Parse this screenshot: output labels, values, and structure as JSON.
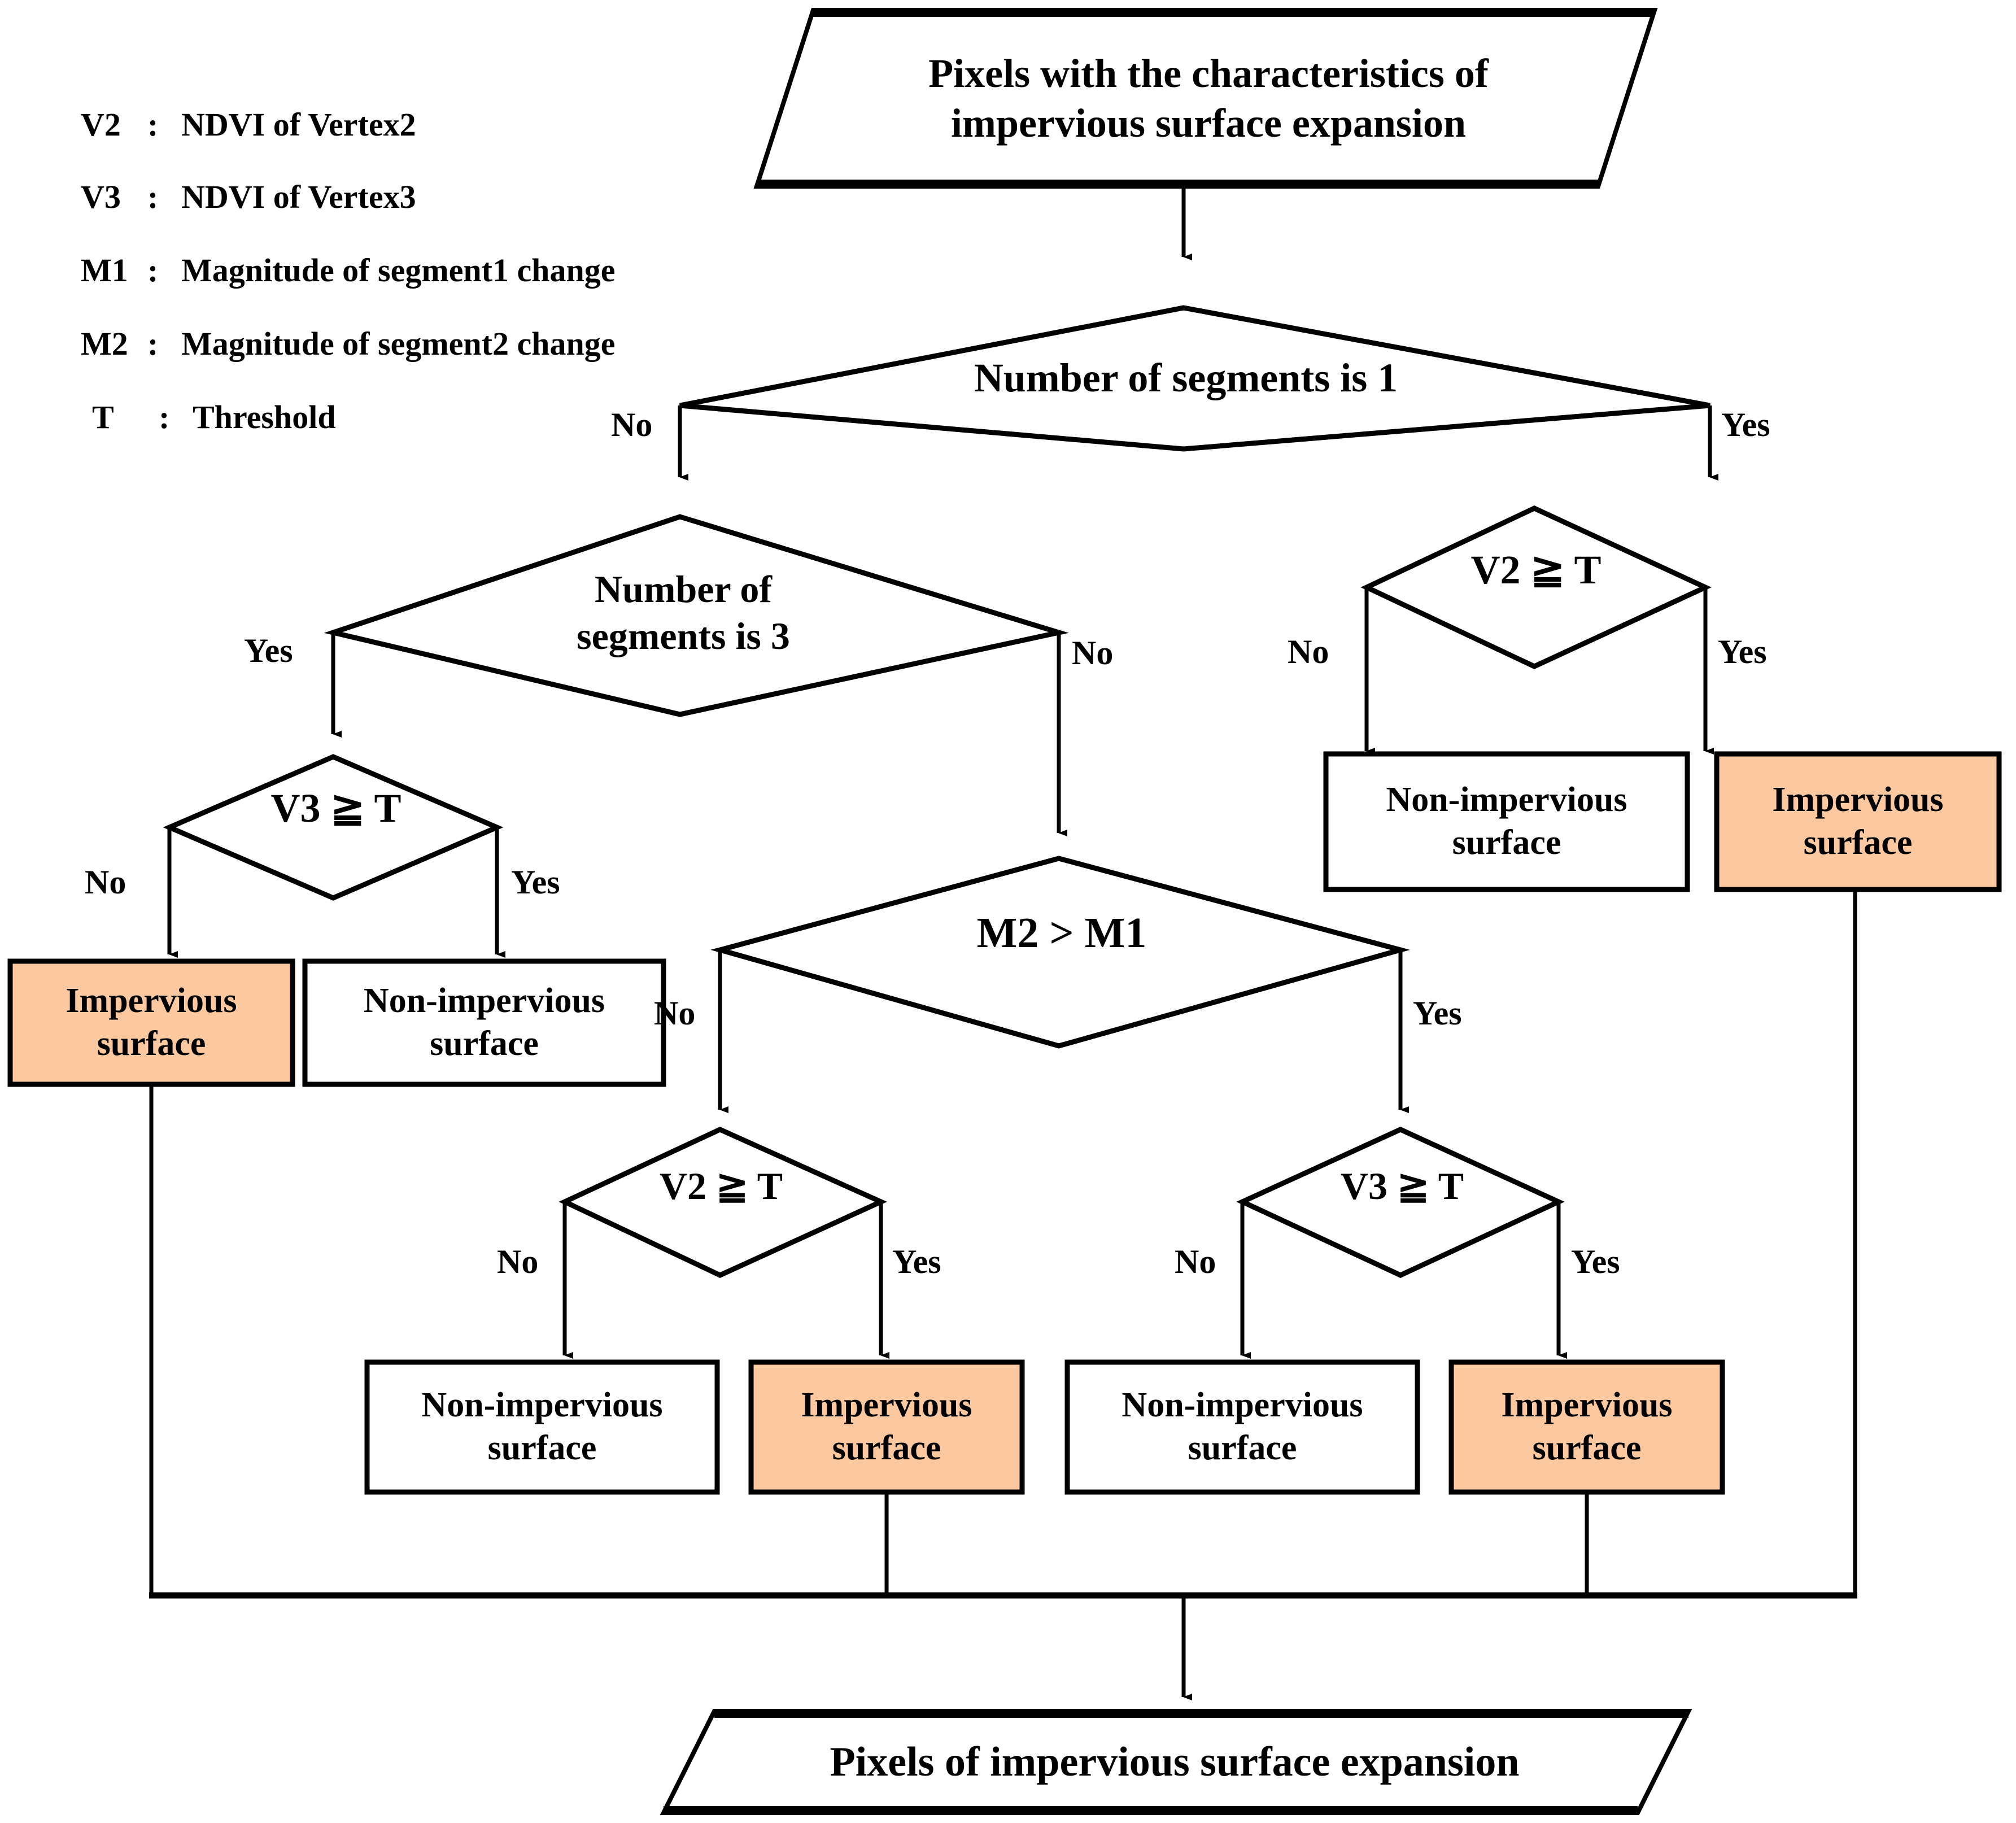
{
  "diagram": {
    "title_top": "Pixels with the characteristics of\nimpervious surface expansion",
    "title_bottom": "Pixels of impervious surface expansion",
    "colors": {
      "impervious_fill": "#FCC89F",
      "non_impervious_fill": "#FFFFFF",
      "stroke": "#000000",
      "text": "#000000"
    },
    "legend": [
      {
        "key": "V2",
        "colon": ":",
        "text": "NDVI of Vertex2"
      },
      {
        "key": "V3",
        "colon": ":",
        "text": "NDVI of Vertex3"
      },
      {
        "key": "M1",
        "colon": ":",
        "text": "Magnitude of segment1 change"
      },
      {
        "key": "M2",
        "colon": ":",
        "text": "Magnitude of segment2 change"
      },
      {
        "key": "T",
        "colon": ":",
        "text": "Threshold"
      }
    ],
    "decisions": {
      "d1": "Number of segments is 1",
      "d2": "Number of\nsegments is 3",
      "d3": "V2 ≧ T",
      "d4": "V3 ≧ T",
      "d5": "M2 > M1",
      "d6": "V2 ≧ T",
      "d7": "V3 ≧ T"
    },
    "results": {
      "r1": "Impervious\nsurface",
      "r2": "Non-impervious\nsurface",
      "r3": "Non-impervious\nsurface",
      "r4": "Impervious\nsurface",
      "r5": "Non-impervious\nsurface",
      "r6": "Impervious\nsurface",
      "r7": "Non-impervious\nsurface",
      "r8": "Impervious\nsurface"
    },
    "edge_labels": {
      "d1_no": "No",
      "d1_yes": "Yes",
      "d2_yes": "Yes",
      "d2_no": "No",
      "d3_no": "No",
      "d3_yes": "Yes",
      "d4_no": "No",
      "d4_yes": "Yes",
      "d5_no": "No",
      "d5_yes": "Yes",
      "d6_no": "No",
      "d6_yes": "Yes",
      "d7_no": "No",
      "d7_yes": "Yes"
    }
  }
}
